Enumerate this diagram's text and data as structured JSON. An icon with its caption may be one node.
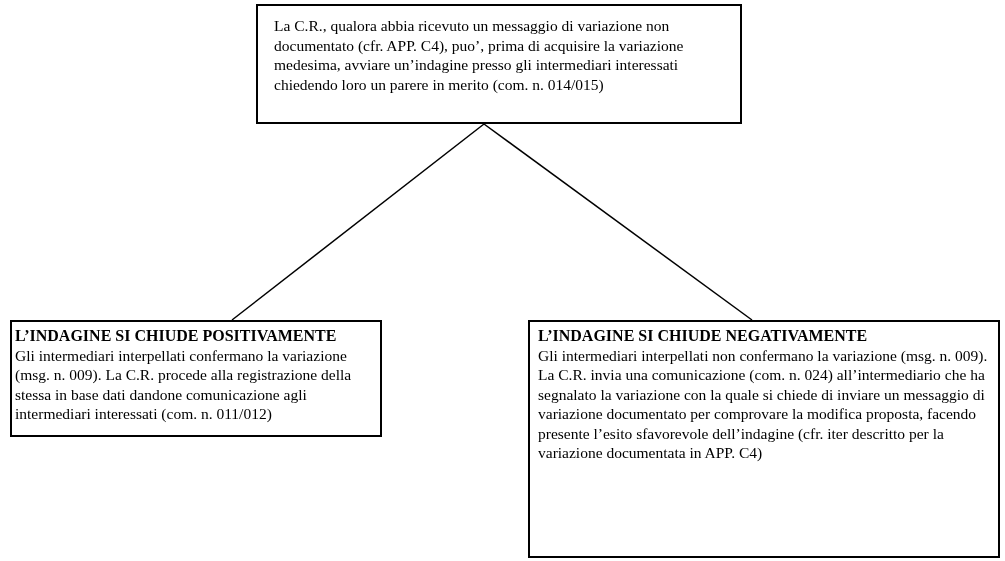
{
  "diagram": {
    "nodes": [
      {
        "text": [
          "La C.R., qualora abbia ricevuto un messaggio di variazione non documentato (cfr. APP. C4), puo’, prima di acquisire la variazione medesima, avviare un’indagine presso gli intermediari interessati chiedendo loro un parere in merito (com. n. 014/015)"
        ]
      },
      {
        "text": [
          "L’INDAGINE SI CHIUDE POSITIVAMENTE",
          "Gli intermediari interpellati confermano la variazione (msg. n. 009). La C.R. procede alla registrazione della stessa in base dati dandone comunicazione agli intermediari interessati (com. n. 011/012)"
        ]
      },
      {
        "text": [
          "L’INDAGINE SI CHIUDE NEGATIVAMENTE",
          "Gli intermediari interpellati non confermano la variazione (msg. n. 009). La C.R. invia una comunicazione (com. n. 024) all’intermediario che ha segnalato la variazione con la quale si chiede di inviare un messaggio di variazione documentato per comprovare la modifica proposta, facendo presente l’esito sfavorevole dell’indagine (cfr. iter descritto per la variazione documentata in APP. C4)"
        ]
      }
    ],
    "edges": [
      {
        "from": 0,
        "to": 1,
        "arrow": "none"
      },
      {
        "from": 0,
        "to": 2,
        "arrow": "none"
      }
    ]
  }
}
